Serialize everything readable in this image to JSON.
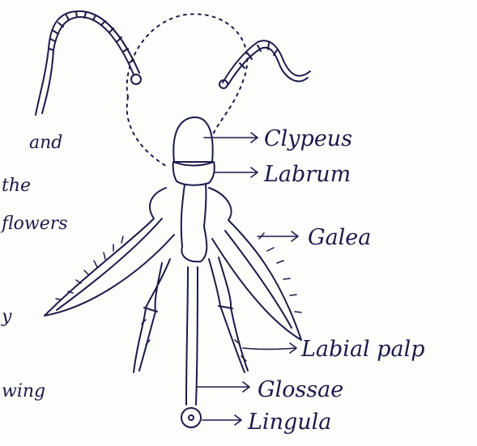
{
  "diagram": {
    "labels": {
      "clypeus": "Clypeus",
      "labrum": "Labrum",
      "galea": "Galea",
      "labial_palp": "Labial palp",
      "glossae": "Glossae",
      "lingula": "Lingula"
    },
    "left_text_fragments": [
      "and",
      "the",
      "flowers",
      "y",
      "wing"
    ],
    "ink_color": "#1c1a4a",
    "paper_color": "#fdfdfb"
  }
}
